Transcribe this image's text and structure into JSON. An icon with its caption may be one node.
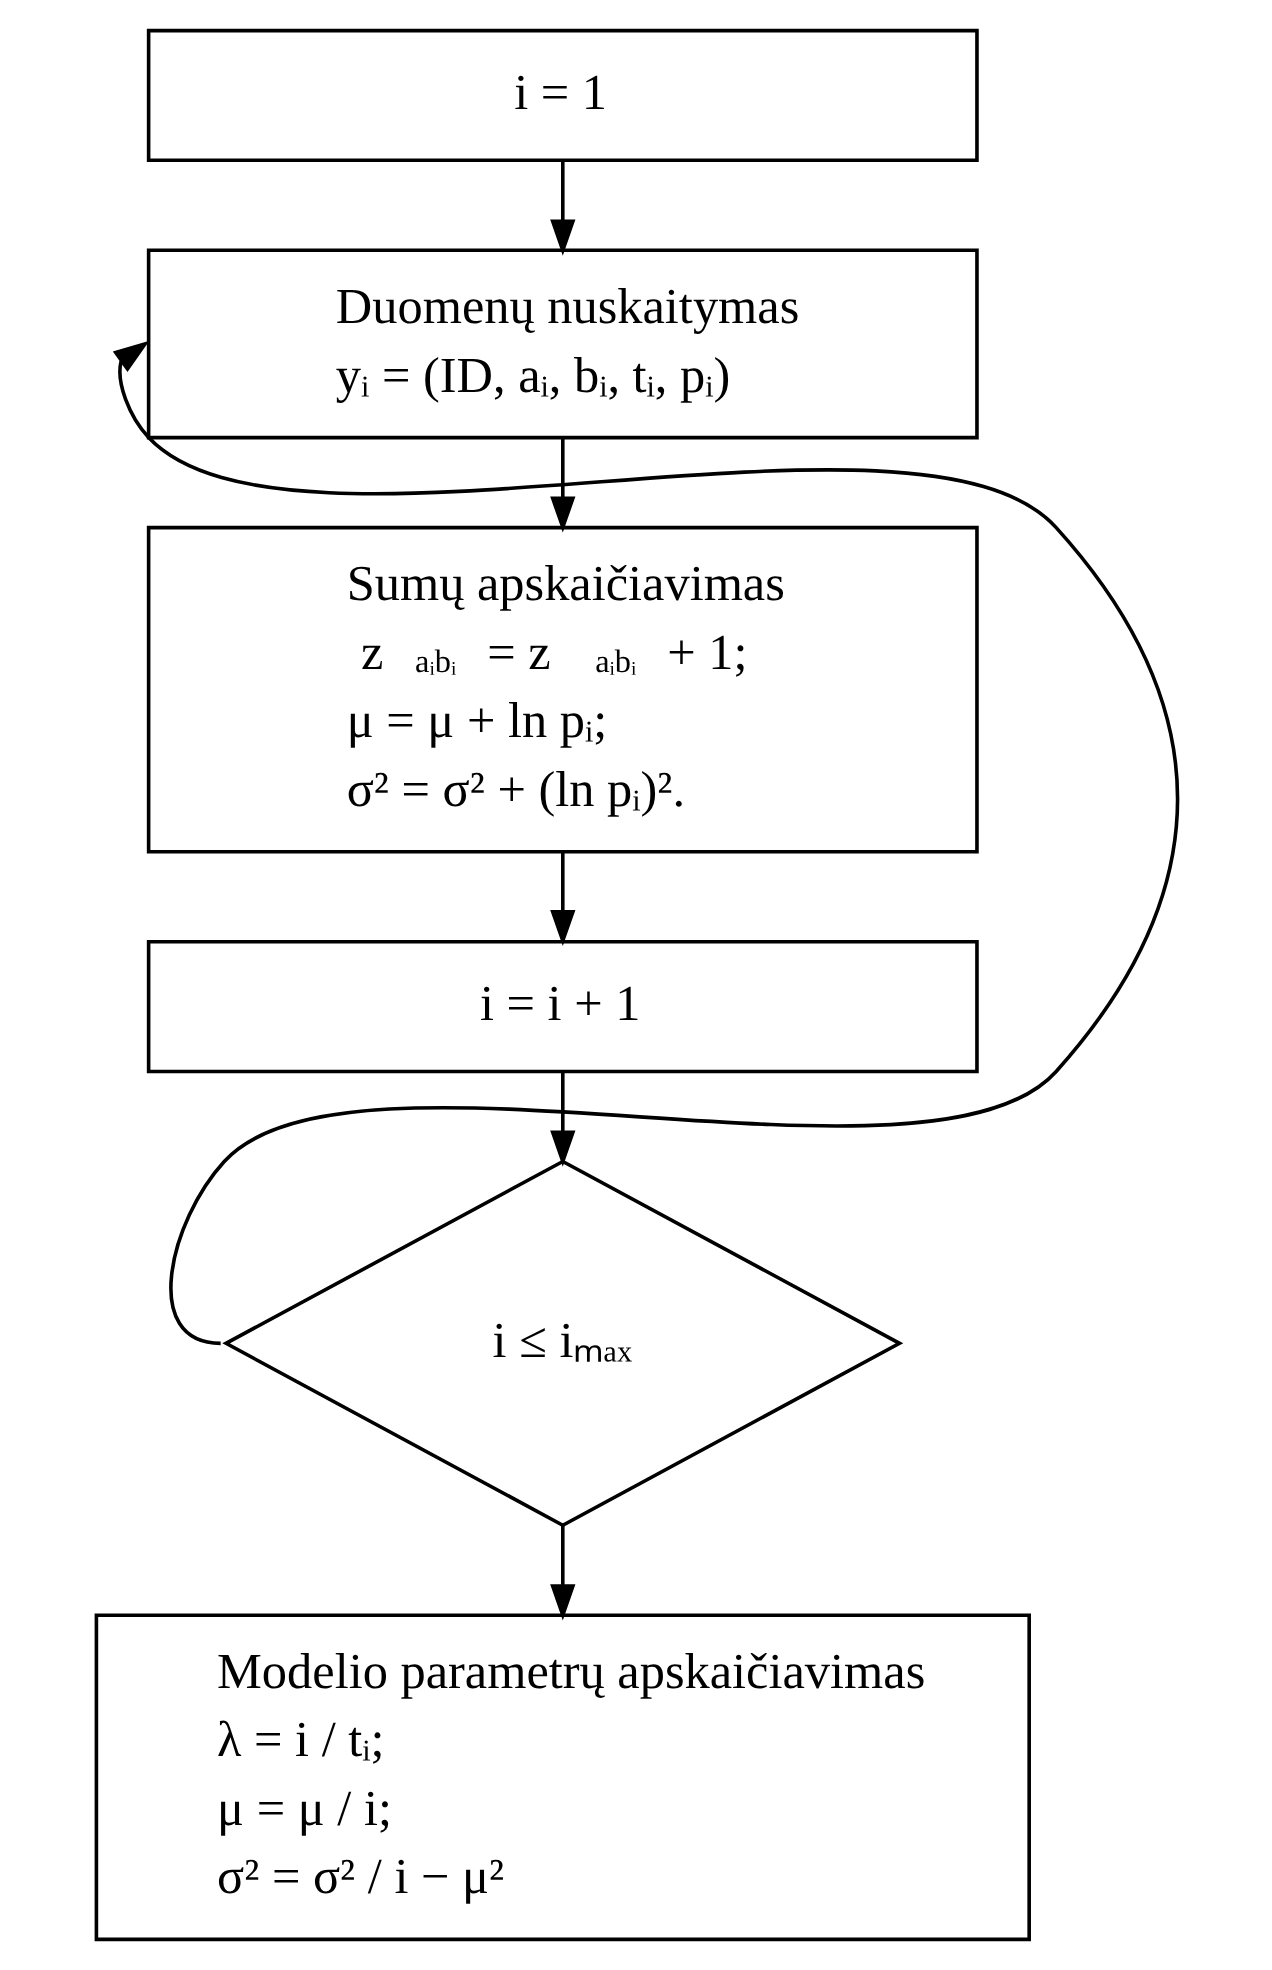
{
  "diagram": {
    "nodes": [
      {
        "text": [
          "i = 1"
        ]
      },
      {
        "text": [
          "Duomenų nuskaitymas",
          "yᵢ = (ID, aᵢ, bᵢ, tᵢ, pᵢ)"
        ]
      },
      {
        "text": [
          "Sumų apskaičiavimas",
          "z$_{aᵢbᵢ}$ = z$_{aᵢbᵢ}$ + 1;",
          "μ = μ + ln pᵢ;",
          "σ² = σ² + (ln pᵢ)²."
        ]
      },
      {
        "text": [
          "i = i + 1"
        ]
      },
      {
        "text": [
          "i ≤ iₘₐₓ"
        ]
      },
      {
        "text": [
          "Modelio parametrų apskaičiavimas",
          "λ = i / tᵢ;",
          "μ = μ / i;",
          "σ² = σ² / i − μ²"
        ]
      }
    ],
    "edges": [
      {
        "from": 0,
        "to": 1,
        "arrow": "to"
      },
      {
        "from": 1,
        "to": 2,
        "arrow": "to"
      },
      {
        "from": 2,
        "to": 3,
        "arrow": "to"
      },
      {
        "from": 3,
        "to": 4,
        "arrow": "to"
      },
      {
        "from": 4,
        "to": 1,
        "arrow": "to"
      },
      {
        "from": 4,
        "to": 5,
        "arrow": "to"
      }
    ]
  }
}
